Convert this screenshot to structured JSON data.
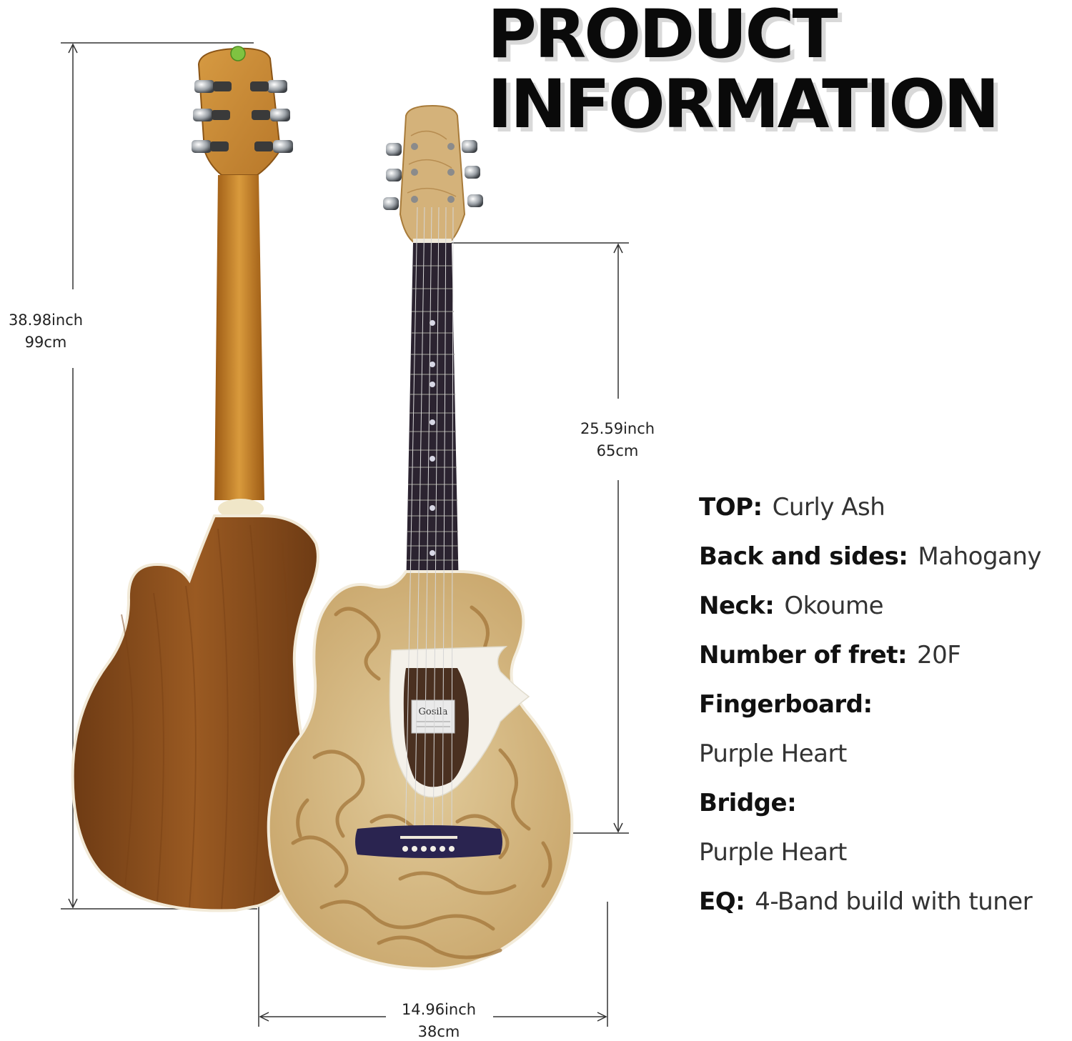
{
  "title": {
    "line1": "PRODUCT",
    "line2": "INFORMATION"
  },
  "dimensions": {
    "total_length": {
      "inch": "38.98inch",
      "cm": "99cm"
    },
    "scale_length": {
      "inch": "25.59inch",
      "cm": "65cm"
    },
    "body_width": {
      "inch": "14.96inch",
      "cm": "38cm"
    }
  },
  "specs": {
    "top": {
      "label": "TOP:",
      "value": "Curly Ash"
    },
    "back_sides": {
      "label": "Back and sides:",
      "value": "Mahogany"
    },
    "neck": {
      "label": "Neck:",
      "value": "Okoume"
    },
    "frets": {
      "label": "Number of fret:",
      "value": "20F"
    },
    "fingerboard": {
      "label": "Fingerboard:",
      "value": "Purple Heart"
    },
    "bridge": {
      "label": "Bridge:",
      "value": "Purple Heart"
    },
    "eq": {
      "label": "EQ:",
      "value": "4-Band build with tuner"
    }
  },
  "brand": {
    "logo_text": "Gosila"
  },
  "colors": {
    "back_wood": "#8a4e1c",
    "neck_back": "#c27a28",
    "top_wood": "#d9c08c",
    "top_grain": "#a3763a",
    "fretboard": "#2b2330",
    "pickguard": "#f4f1ea",
    "text_main": "#111111"
  }
}
